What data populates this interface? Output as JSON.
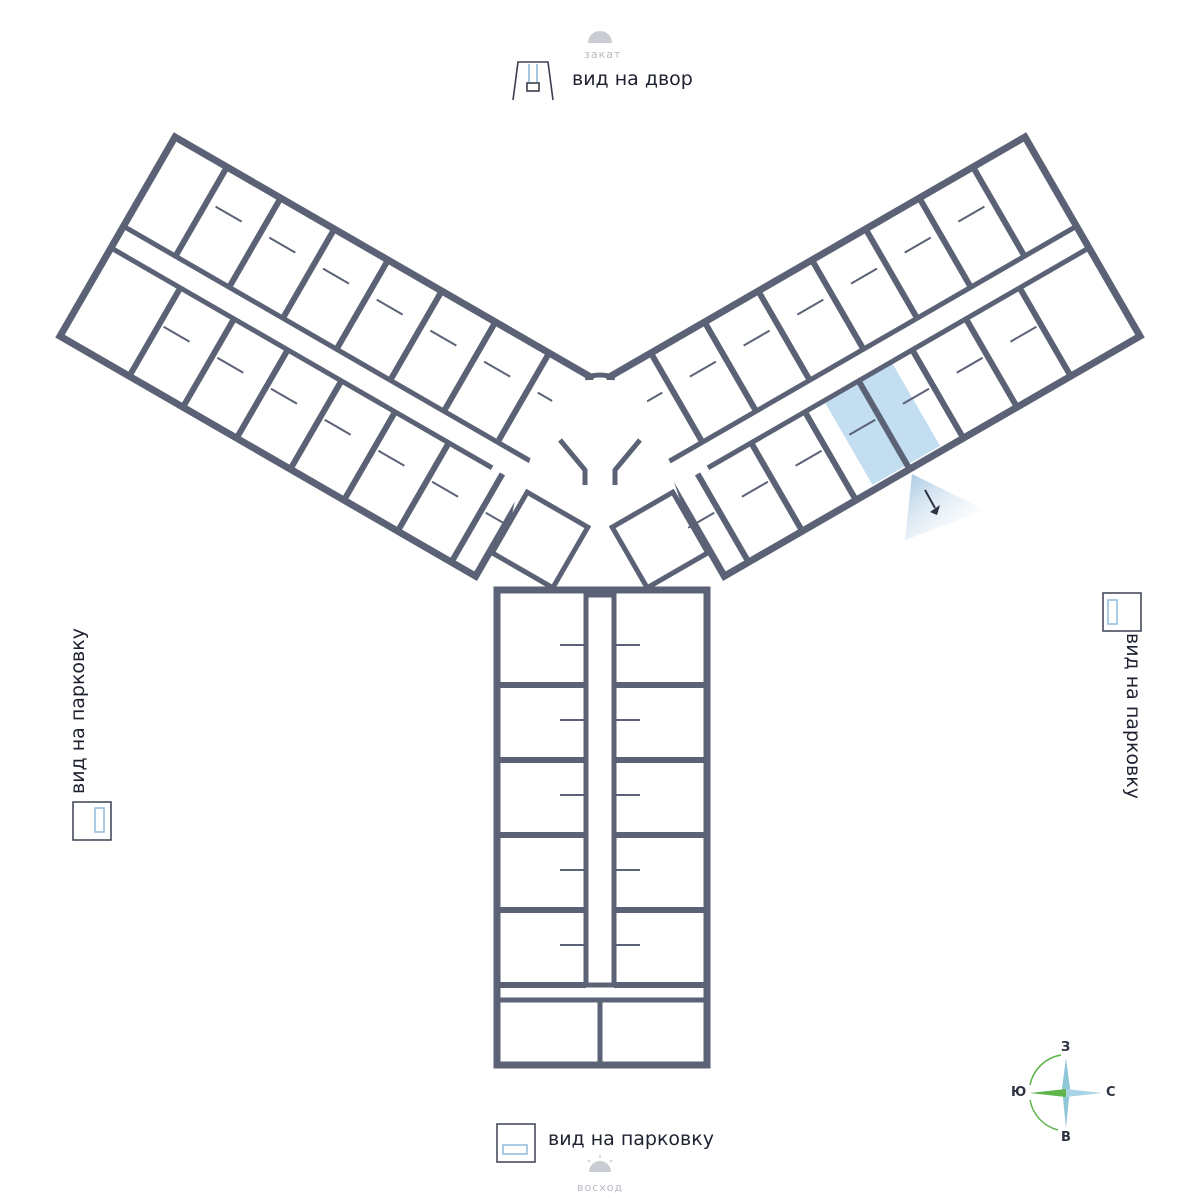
{
  "views": {
    "top": "вид на двор",
    "left": "вид на парковку",
    "right": "вид на парковку",
    "bottom": "вид на парковку"
  },
  "sun": {
    "sunset": "закат",
    "sunrise": "восход"
  },
  "compass": {
    "west": "З",
    "south": "Ю",
    "north": "С",
    "east": "В"
  },
  "colors": {
    "wall": "#5b6275",
    "highlight": "#c3ddf1",
    "compass_green": "#5fb44a",
    "compass_blue": "#8fc7d8"
  },
  "icons": {
    "top": "swing-icon",
    "side": "parking-icon"
  }
}
